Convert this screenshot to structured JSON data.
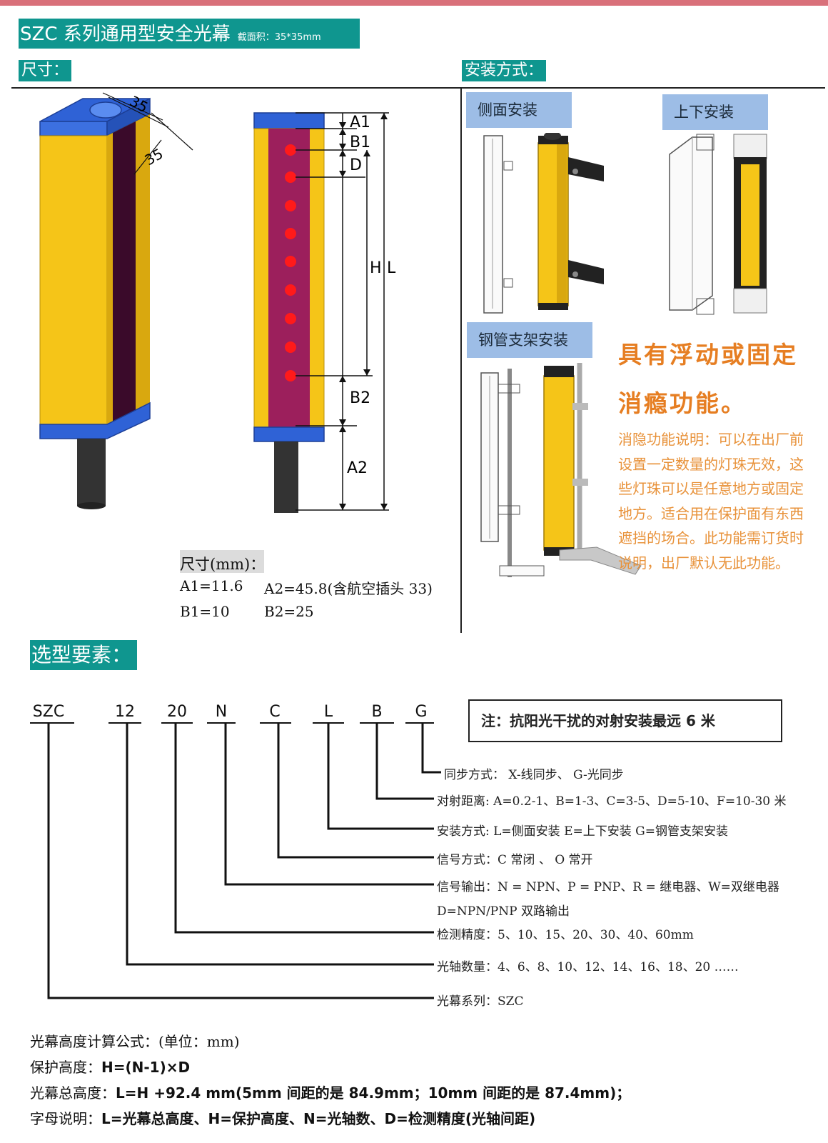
{
  "header": {
    "title": "SZC 系列通用型安全光幕",
    "subtitle": "截面积：35*35mm"
  },
  "sections": {
    "dimensions": "尺寸：",
    "installation": "安装方式：",
    "selection": "选型要素："
  },
  "diagram": {
    "top_dim_1": "35",
    "top_dim_2": "35",
    "labels": {
      "A1": "A1",
      "B1": "B1",
      "D": "D",
      "H": "H",
      "L": "L",
      "B2": "B2",
      "A2": "A2"
    },
    "led_color": "#ff1a1a",
    "housing_color": "#f5c518",
    "cap_color": "#2f62d6",
    "window_color": "#9c1f5c"
  },
  "dimensions_table": {
    "heading": "尺寸(mm)：",
    "rows": [
      {
        "left": "A1=11.6",
        "right": "A2=45.8(含航空插头 33)"
      },
      {
        "left": "B1=10",
        "right": "B2=25"
      }
    ]
  },
  "installation": {
    "side": "侧面安装",
    "top_bottom": "上下安装",
    "pipe": "钢管支架安装",
    "feature_line1": "具有浮动或固定",
    "feature_line2": "消瘾功能。",
    "feature_desc": "消隐功能说明：可以在出厂前设置一定数量的灯珠无效，这些灯珠可以是任意地方或固定地方。适合用在保护面有东西遮挡的场合。此功能需订货时说明，出厂默认无此功能。"
  },
  "model_code": {
    "parts": [
      "SZC",
      "12",
      "20",
      "N",
      "C",
      "L",
      "B",
      "G"
    ],
    "note": "注：抗阳光干扰的对射安装最远 6 米",
    "options": [
      "同步方式： X-线同步、 G-光同步",
      "对射距离: A=0.2-1、B=1-3、C=3-5、D=5-10、F=10-30 米",
      "安装方式: L=侧面安装  E=上下安装  G=钢管支架安装",
      "信号方式：C 常闭 、 O 常开",
      "信号输出：N = NPN、P = PNP、R = 继电器、W=双继电器",
      "D=NPN/PNP 双路输出",
      "检测精度：5、10、15、20、30、40、60mm",
      "光轴数量：4、6、8、10、12、14、16、18、20 ……",
      "光幕系列：SZC"
    ]
  },
  "formula": {
    "title": "光幕高度计算公式：(单位：mm)",
    "protect_label": "保护高度：",
    "protect_value": "H=(N-1)×D",
    "total_label": "光幕总高度：",
    "total_value": "L=H +92.4 mm(5mm 间距的是 84.9mm；10mm 间距的是 87.4mm)；",
    "legend_label": "字母说明：",
    "legend_value": "L=光幕总高度、H=保护高度、N=光轴数、D=检测精度(光轴间距)"
  }
}
